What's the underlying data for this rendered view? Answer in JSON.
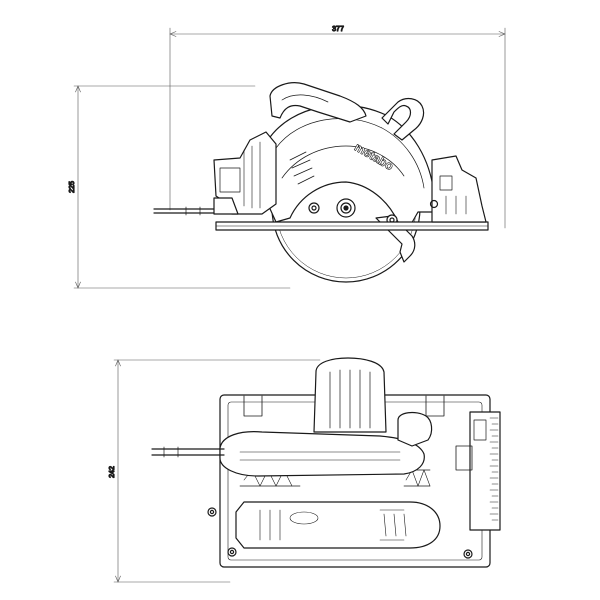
{
  "dimensions": {
    "length": "377",
    "height": "225",
    "width": "242"
  },
  "brand_logo": "metabo",
  "colors": {
    "line": "#1a1a1a",
    "dimension_line": "#555555",
    "background": "#ffffff"
  }
}
